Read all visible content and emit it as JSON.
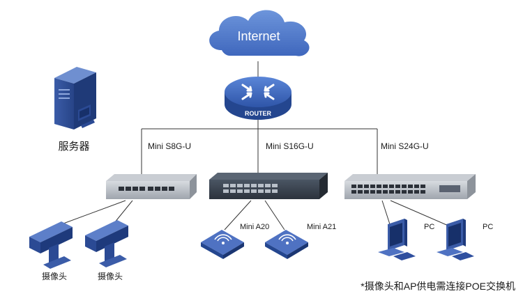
{
  "nodes": {
    "internet": "Internet",
    "router": "ROUTER",
    "server": "服务器",
    "switch_left": "Mini S8G-U",
    "switch_mid": "Mini S16G-U",
    "switch_right": "Mini S24G-U",
    "ap_left": "Mini A20",
    "ap_right": "Mini A21",
    "camera_1": "摄像头",
    "camera_2": "摄像头",
    "pc_1": "PC",
    "pc_2": "PC"
  },
  "footnote": "*摄像头和AP供电需连接POE交换机",
  "colors": {
    "cloud": "#4a78c8",
    "router": "#3d63b8",
    "device_blue": "#2f4f9f",
    "line": "#333333"
  }
}
